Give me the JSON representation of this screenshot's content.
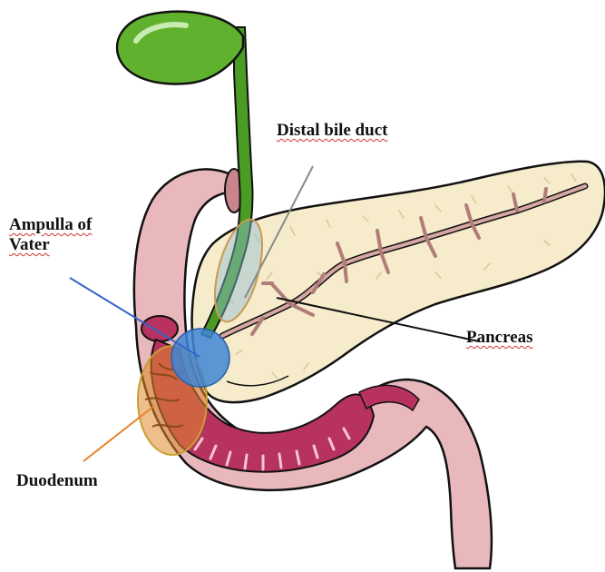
{
  "labels": {
    "distal_bile_duct": "Distal bile duct",
    "ampulla_line1": "Ampulla of",
    "ampulla_line2": "Vater",
    "pancreas": "Pancreas",
    "duodenum": "Duodenum"
  },
  "colors": {
    "gallbladder": "#5fb12e",
    "bile_duct": "#4a9c24",
    "pancreas": "#f6eccb",
    "pancreatic_duct": "#d7a7a3",
    "duodenum": "#e9b8bd",
    "duodenal_mucosa": "#b8325f",
    "ampulla_highlight": "#3f86d6",
    "bile_duct_highlight": "#7fb0c8",
    "duodenum_highlight": "#e08a2c",
    "pointer_gray": "#8a8a8a",
    "pointer_blue": "#3465c8",
    "pointer_orange": "#e8822a",
    "pointer_black": "#111111"
  }
}
